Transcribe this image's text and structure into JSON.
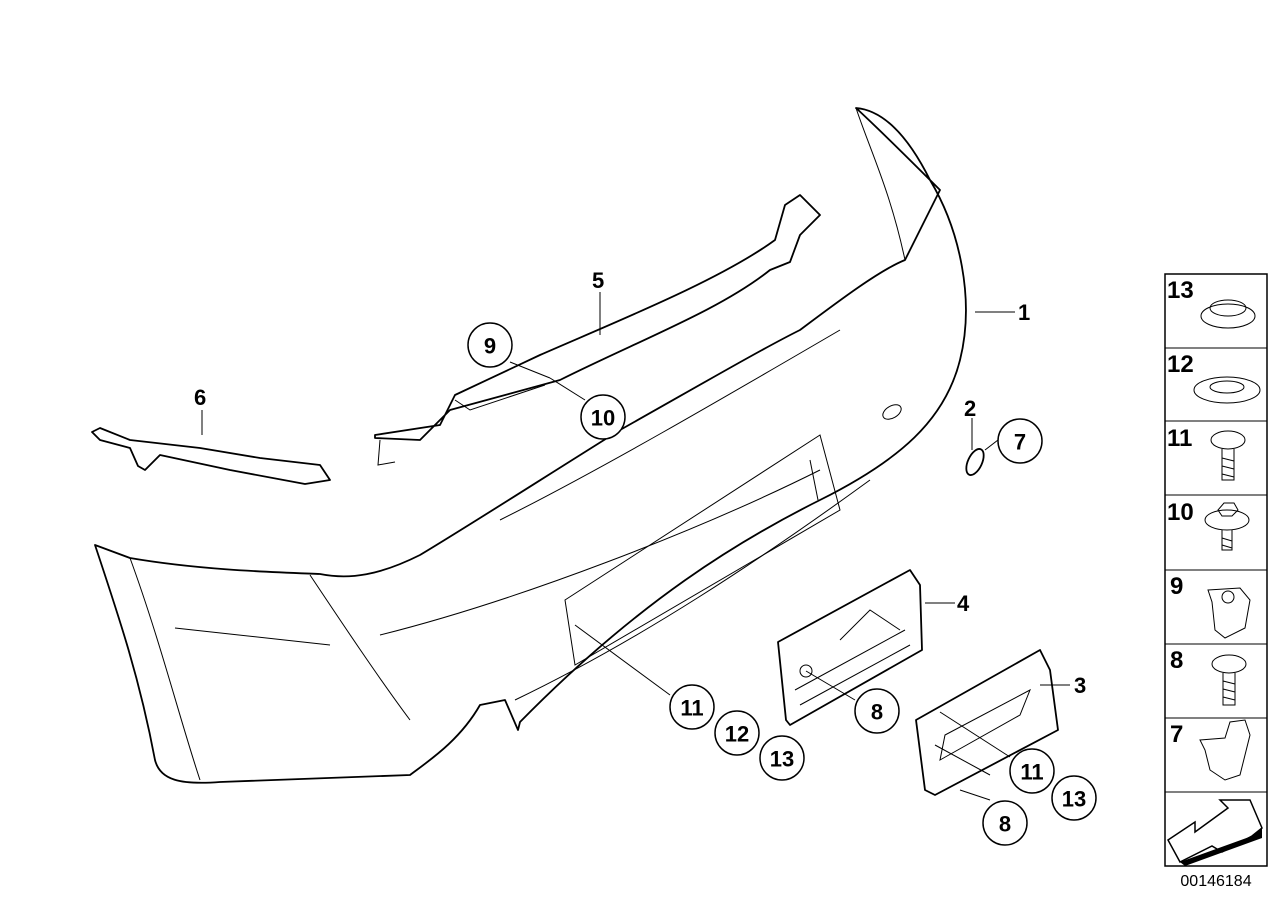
{
  "callouts": {
    "c1": "1",
    "c2": "2",
    "c3": "3",
    "c4": "4",
    "c5": "5",
    "c6": "6",
    "c7": "7",
    "c8a": "8",
    "c8b": "8",
    "c9": "9",
    "c10": "10",
    "c11a": "11",
    "c12": "12",
    "c13a": "13",
    "c11b": "11",
    "c13b": "13"
  },
  "legend": [
    "13",
    "12",
    "11",
    "10",
    "9",
    "8",
    "7"
  ],
  "diagram_code": "00146184"
}
